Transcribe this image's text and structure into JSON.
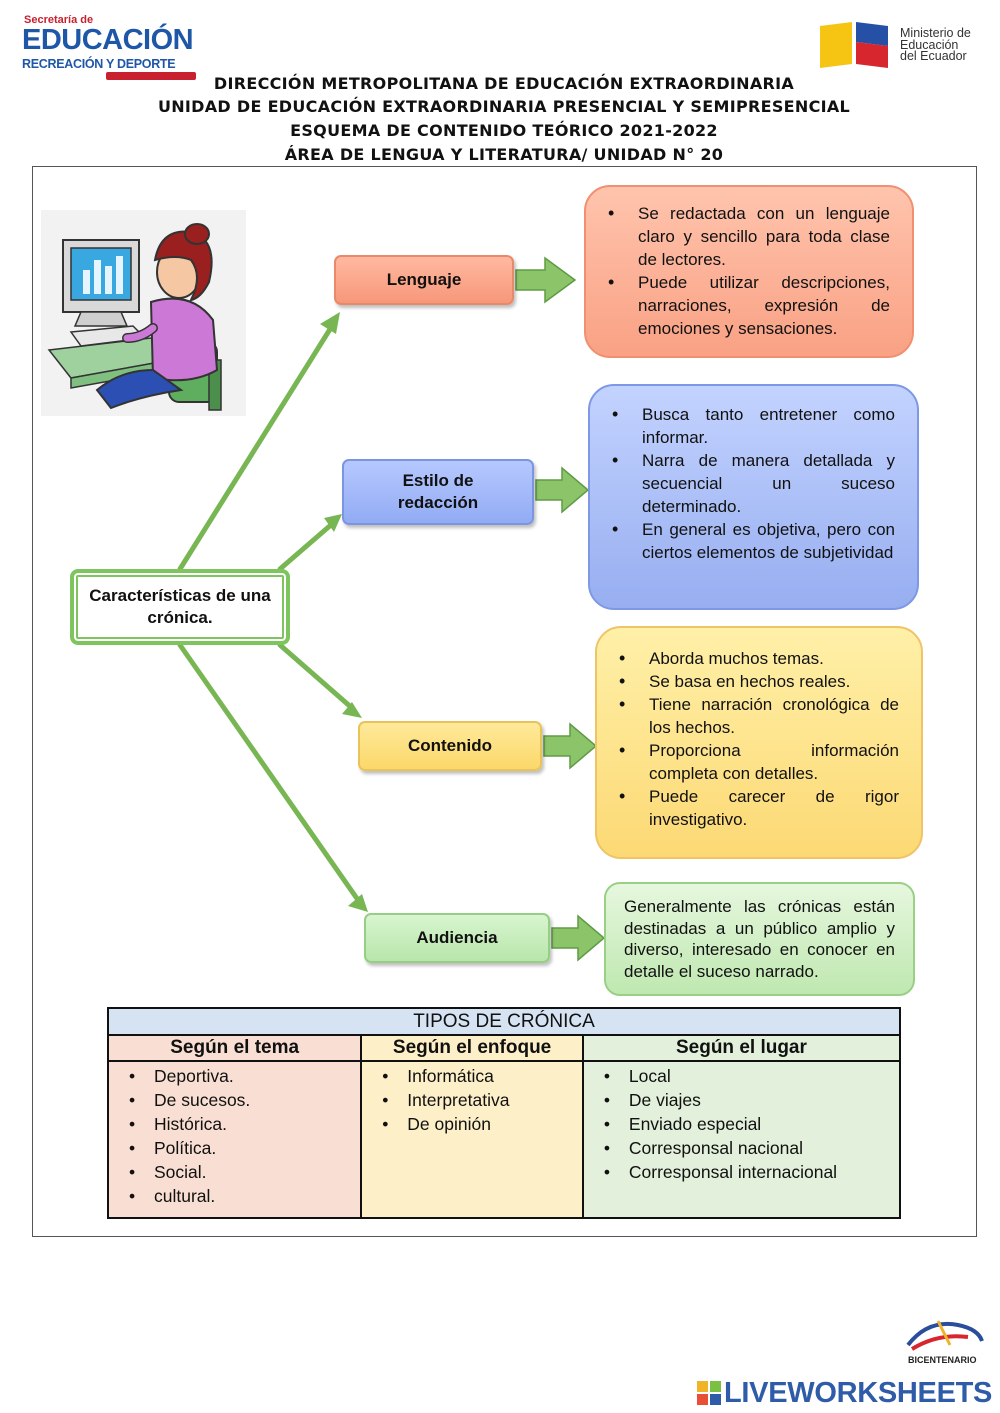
{
  "header": {
    "logo_left": {
      "line1": "Secretaría de",
      "line2": "EDUCACIÓN",
      "line3": "RECREACIÓN Y DEPORTE"
    },
    "logo_right": {
      "line1": "Ministerio de",
      "line2": "Educación",
      "line3": "del Ecuador"
    },
    "title_lines": [
      "DIRECCIÓN METROPOLITANA DE EDUCACIÓN EXTRAORDINARIA",
      "UNIDAD DE EDUCACIÓN EXTRAORDINARIA PRESENCIAL Y SEMIPRESENCIAL",
      "ESQUEMA DE CONTENIDO TEÓRICO 2021-2022",
      "ÁREA DE LENGUA Y LITERATURA/ UNIDAD N° 20"
    ]
  },
  "diagram": {
    "main_node": "Características de una crónica.",
    "branches": [
      {
        "label": "Lenguaje",
        "color": "#f7977a",
        "bullets": [
          "Se redactada con un lenguaje claro y sencillo para toda clase de lectores.",
          "Puede utilizar descripciones, narraciones, expresión de emociones y sensaciones."
        ]
      },
      {
        "label": "Estilo de redacción",
        "color": "#92abf3",
        "bullets": [
          "Busca tanto entretener como informar.",
          "Narra de manera detallada y secuencial un suceso determinado.",
          "En general es objetiva, pero con ciertos elementos de subjetividad"
        ]
      },
      {
        "label": "Contenido",
        "color": "#fbd86a",
        "bullets": [
          "Aborda muchos temas.",
          "Se basa en hechos reales.",
          "Tiene narración cronológica de los hechos.",
          "Proporciona información completa con detalles.",
          "Puede carecer de rigor investigativo."
        ]
      },
      {
        "label": "Audiencia",
        "color": "#b8e6aa",
        "text": "Generalmente las crónicas están destinadas a un público amplio y diverso, interesado en conocer en detalle el suceso narrado."
      }
    ],
    "arrow_color": "#78b653"
  },
  "table": {
    "title": "TIPOS DE CRÓNICA",
    "columns": [
      {
        "header": "Según el tema",
        "items": [
          "Deportiva.",
          "De sucesos.",
          "Histórica.",
          "Política.",
          "Social.",
          "cultural."
        ]
      },
      {
        "header": "Según el enfoque",
        "items": [
          "Informática",
          "Interpretativa",
          "De opinión"
        ]
      },
      {
        "header": "Según el lugar",
        "items": [
          "Local",
          "De viajes",
          "Enviado especial",
          "Corresponsal nacional",
          "Corresponsal internacional"
        ]
      }
    ]
  },
  "footer": {
    "bicentenario": "BICENTENARIO",
    "brand": "LIVEWORKSHEETS"
  }
}
